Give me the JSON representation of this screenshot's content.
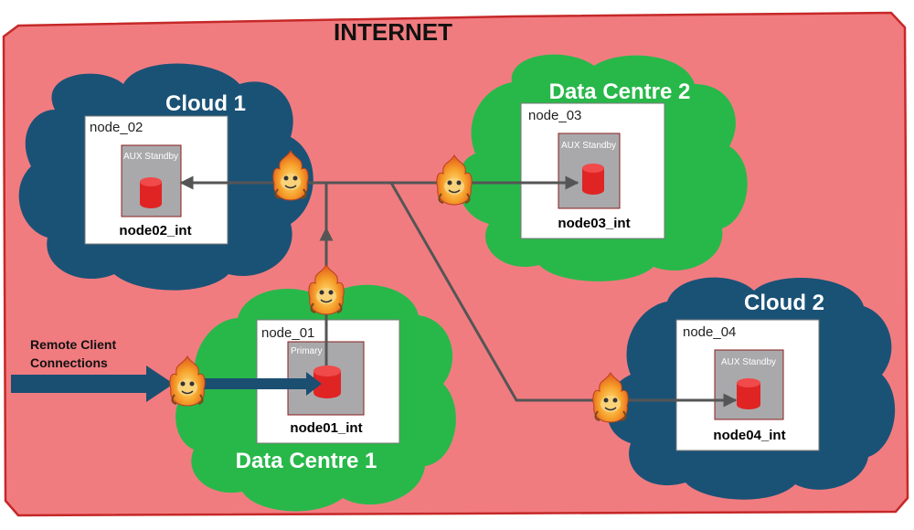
{
  "title": "INTERNET",
  "client": {
    "label_line1": "Remote Client",
    "label_line2": "Connections"
  },
  "sites": {
    "cloud1": {
      "title": "Cloud 1",
      "node": "node_02",
      "role": "AUX Standby",
      "db": "node02_int"
    },
    "dc2": {
      "title": "Data Centre 2",
      "node": "node_03",
      "role": "AUX Standby",
      "db": "node03_int"
    },
    "dc1": {
      "title": "Data Centre 1",
      "node": "node_01",
      "role": "Primary",
      "db": "node01_int"
    },
    "cloud2": {
      "title": "Cloud 2",
      "node": "node_04",
      "role": "AUX Standby",
      "db": "node04_int"
    }
  },
  "colors": {
    "internet": "#f17c80",
    "internet_border": "#c62828",
    "cloud_blue": "#1a5276",
    "cloud_green": "#28b84a",
    "connector": "#555555",
    "client_arrow": "#1b4f72",
    "database": "#e02424",
    "role_box": "#a9a9ac"
  },
  "icons": {
    "firewall": "flame-mascot-icon",
    "database": "database-cylinder-icon"
  }
}
